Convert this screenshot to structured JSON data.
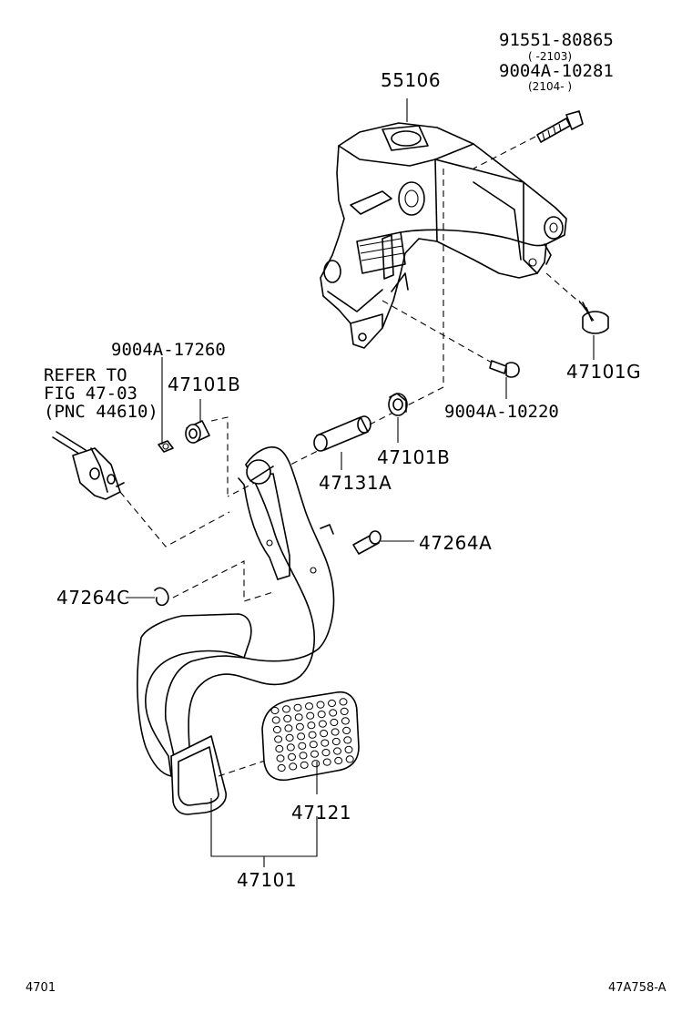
{
  "labels": {
    "pn_91551_80865": "91551-80865",
    "pn_91551_range": "(    -2103)",
    "pn_9004A_10281": "9004A-10281",
    "pn_9004A_10281_range": "(2104-     )",
    "pn_55106": "55106",
    "pn_47101G": "47101G",
    "pn_9004A_10220": "9004A-10220",
    "pn_9004A_17260": "9004A-17260",
    "refer_line1": "REFER TO",
    "refer_line2": "FIG 47-03",
    "refer_line3": "(PNC 44610)",
    "pn_47101B_upper": "47101B",
    "pn_47101B_lower": "47101B",
    "pn_47131A": "47131A",
    "pn_47264A": "47264A",
    "pn_47264C": "47264C",
    "pn_47121": "47121",
    "pn_47101": "47101"
  },
  "footer": {
    "left": "4701",
    "right": "47A758-A"
  }
}
